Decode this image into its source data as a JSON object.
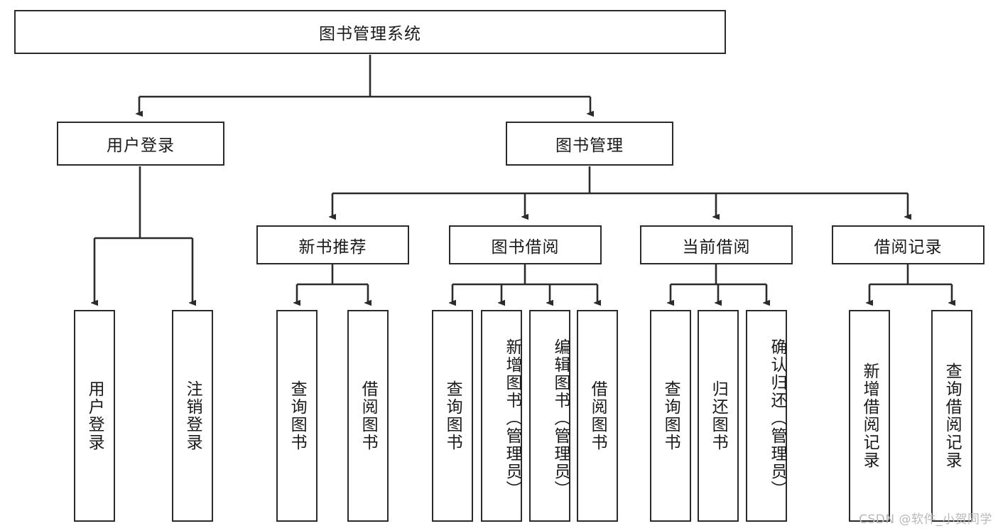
{
  "diagram": {
    "title_box": {
      "label": "图书管理系统"
    },
    "level2": [
      {
        "id": "user-login",
        "label": "用户登录"
      },
      {
        "id": "book-management",
        "label": "图书管理"
      }
    ],
    "level3": [
      {
        "id": "new-book-recommend",
        "label": "新书推荐"
      },
      {
        "id": "book-borrow",
        "label": "图书借阅"
      },
      {
        "id": "current-borrow",
        "label": "当前借阅"
      },
      {
        "id": "borrow-record",
        "label": "借阅记录"
      }
    ],
    "leaves": [
      {
        "id": "leaf-user-login",
        "label": "用户登录",
        "parent": "user-login"
      },
      {
        "id": "leaf-logout-login",
        "label": "注销登录",
        "parent": "user-login"
      },
      {
        "id": "leaf-query-book-1",
        "label": "查询图书",
        "parent": "new-book-recommend"
      },
      {
        "id": "leaf-borrow-book-1",
        "label": "借阅图书",
        "parent": "new-book-recommend"
      },
      {
        "id": "leaf-query-book-2",
        "label": "查询图书",
        "parent": "book-borrow"
      },
      {
        "id": "leaf-add-book",
        "label": "新增图书（管理员）",
        "parent": "book-borrow"
      },
      {
        "id": "leaf-edit-book",
        "label": "编辑图书（管理员）",
        "parent": "book-borrow"
      },
      {
        "id": "leaf-borrow-book-2",
        "label": "借阅图书",
        "parent": "book-borrow"
      },
      {
        "id": "leaf-query-book-3",
        "label": "查询图书",
        "parent": "current-borrow"
      },
      {
        "id": "leaf-return-book",
        "label": "归还图书",
        "parent": "current-borrow"
      },
      {
        "id": "leaf-confirm-return",
        "label": "确认归还（管理员）",
        "parent": "current-borrow"
      },
      {
        "id": "leaf-add-borrow-record",
        "label": "新增借阅记录",
        "parent": "borrow-record"
      },
      {
        "id": "leaf-query-borrow-record",
        "label": "查询借阅记录",
        "parent": "borrow-record"
      }
    ],
    "watermark": "CSDN @软件_小贺同学",
    "colors": {
      "stroke": "#2b2b2b",
      "fill": "#ffffff",
      "text": "#1a1a1a",
      "watermark": "#b8b8b8"
    }
  }
}
